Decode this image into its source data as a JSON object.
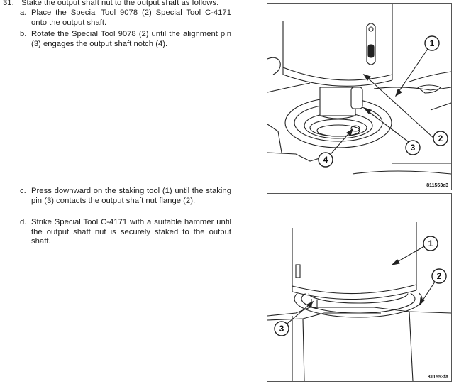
{
  "step": {
    "number": "31.",
    "text": "Stake the output shaft nut to the output shaft as follows."
  },
  "substeps": [
    {
      "letter": "a.",
      "text": "Place the Special Tool 9078 (2) Special Tool C-4171 onto the output shaft."
    },
    {
      "letter": "b.",
      "text": "Rotate the Special Tool 9078 (2) until the alignment pin (3) engages the output shaft notch (4)."
    },
    {
      "letter": "c.",
      "text": "Press downward on the staking tool (1) until the staking pin (3) contacts the output shaft nut flange (2)."
    },
    {
      "letter": "d.",
      "text": "Strike Special Tool C-4171 with a suitable hammer until the output shaft nut is securely staked to the output shaft."
    }
  ],
  "figures": [
    {
      "id": "811553e3",
      "callouts": [
        "1",
        "2",
        "3",
        "4"
      ]
    },
    {
      "id": "811553fa",
      "callouts": [
        "1",
        "2",
        "3"
      ]
    }
  ]
}
